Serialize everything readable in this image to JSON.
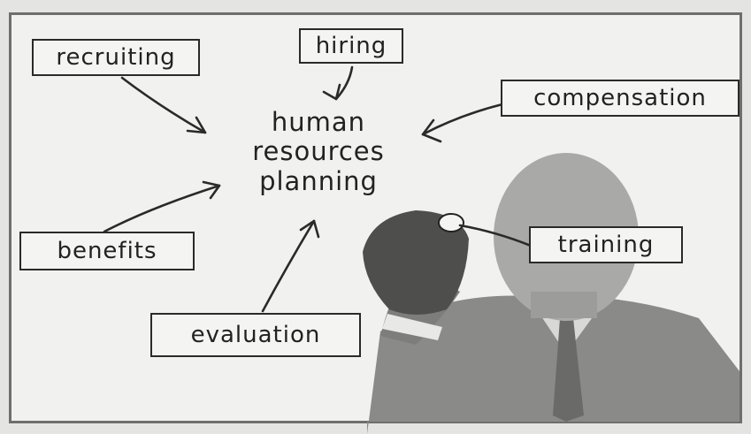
{
  "diagram": {
    "center": {
      "line1": "human",
      "line2": "resources",
      "line3": "planning"
    },
    "nodes": {
      "recruiting": "recruiting",
      "hiring": "hiring",
      "compensation": "compensation",
      "benefits": "benefits",
      "training": "training",
      "evaluation": "evaluation"
    }
  }
}
